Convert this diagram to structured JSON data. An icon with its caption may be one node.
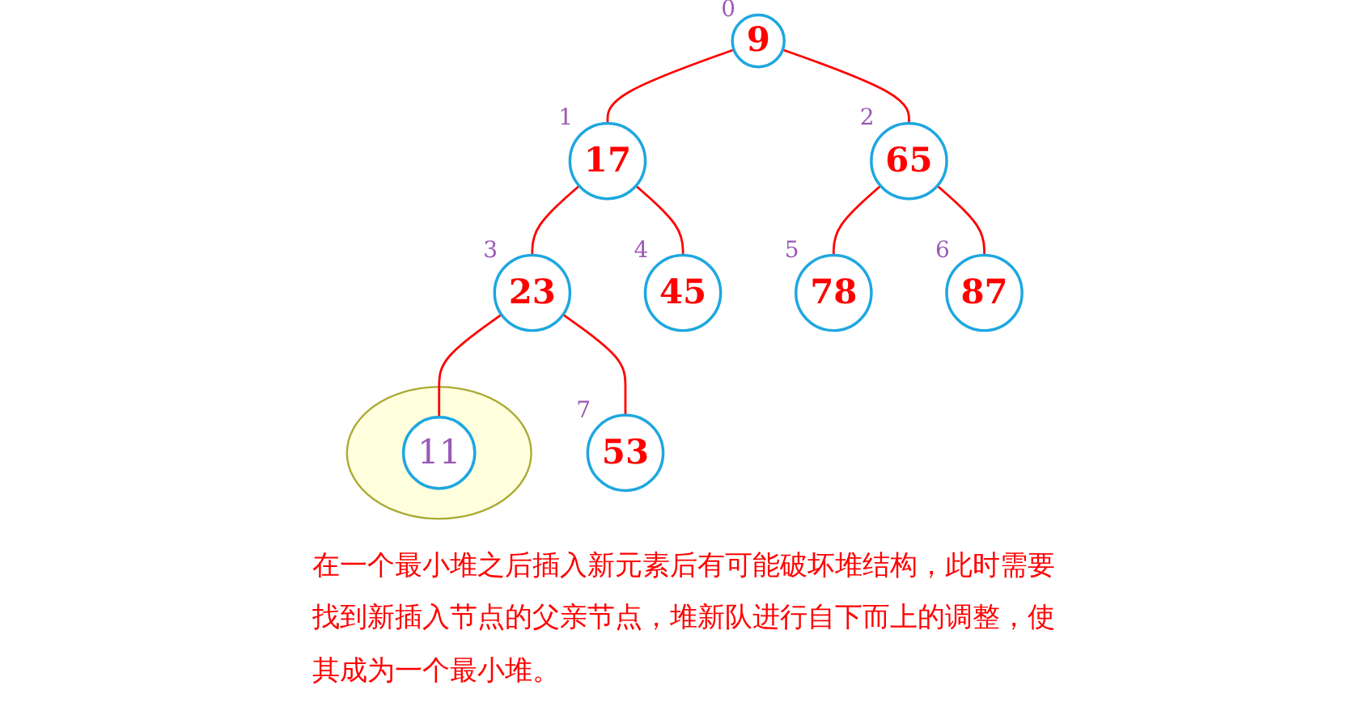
{
  "diagram": {
    "caption": "在一个最小堆之后插入新元素后有可能破坏堆结构，此时需要找到新插入节点的父亲节点，堆新队进行自下而上的调整，使其成为一个最小堆。",
    "nodes": [
      {
        "text": [
          "9"
        ],
        "beside": [
          "0"
        ]
      },
      {
        "text": [
          "17"
        ],
        "beside": [
          "1"
        ]
      },
      {
        "text": [
          "65"
        ],
        "beside": [
          "2"
        ]
      },
      {
        "text": [
          "23"
        ],
        "beside": [
          "3"
        ]
      },
      {
        "text": [
          "45"
        ],
        "beside": [
          "4"
        ]
      },
      {
        "text": [
          "78"
        ],
        "beside": [
          "5"
        ]
      },
      {
        "text": [
          "87"
        ],
        "beside": [
          "6"
        ]
      },
      {
        "text": [
          "53"
        ],
        "beside": [
          "7"
        ]
      },
      {
        "text": [],
        "shape": "ellipse"
      },
      {
        "text": [
          "11"
        ],
        "in": 8
      }
    ],
    "edges": [
      {
        "from": 0,
        "to": 1,
        "arrow": "none"
      },
      {
        "from": 0,
        "to": 2,
        "arrow": "none"
      },
      {
        "from": 1,
        "to": 3,
        "arrow": "none"
      },
      {
        "from": 1,
        "to": 4,
        "arrow": "none"
      },
      {
        "from": 2,
        "to": 5,
        "arrow": "none"
      },
      {
        "from": 2,
        "to": 6,
        "arrow": "none"
      },
      {
        "from": 3,
        "to": 7,
        "arrow": "none"
      },
      {
        "from": 3,
        "to": 9,
        "arrow": "none"
      }
    ]
  }
}
